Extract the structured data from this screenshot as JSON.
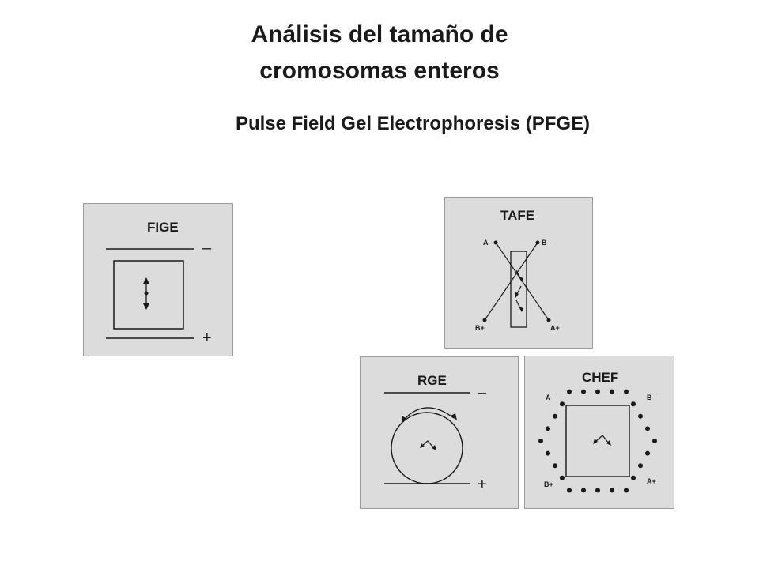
{
  "title_line1": "Análisis del tamaño de",
  "title_line2": "cromosomas enteros",
  "subtitle": "Pulse Field Gel Electrophoresis (PFGE)",
  "panels": {
    "fige": {
      "label": "FIGE",
      "minus": "–",
      "plus": "+"
    },
    "tafe": {
      "label": "TAFE",
      "a_minus": "A–",
      "b_minus": "B–",
      "b_plus": "B+",
      "a_plus": "A+"
    },
    "rge": {
      "label": "RGE",
      "minus": "–",
      "plus": "+"
    },
    "chef": {
      "label": "CHEF",
      "a_minus": "A–",
      "b_minus": "B–",
      "b_plus": "B+",
      "a_plus": "A+"
    }
  },
  "colors": {
    "panel_bg": "#dcdcdc",
    "ink": "#1a1a1a"
  }
}
